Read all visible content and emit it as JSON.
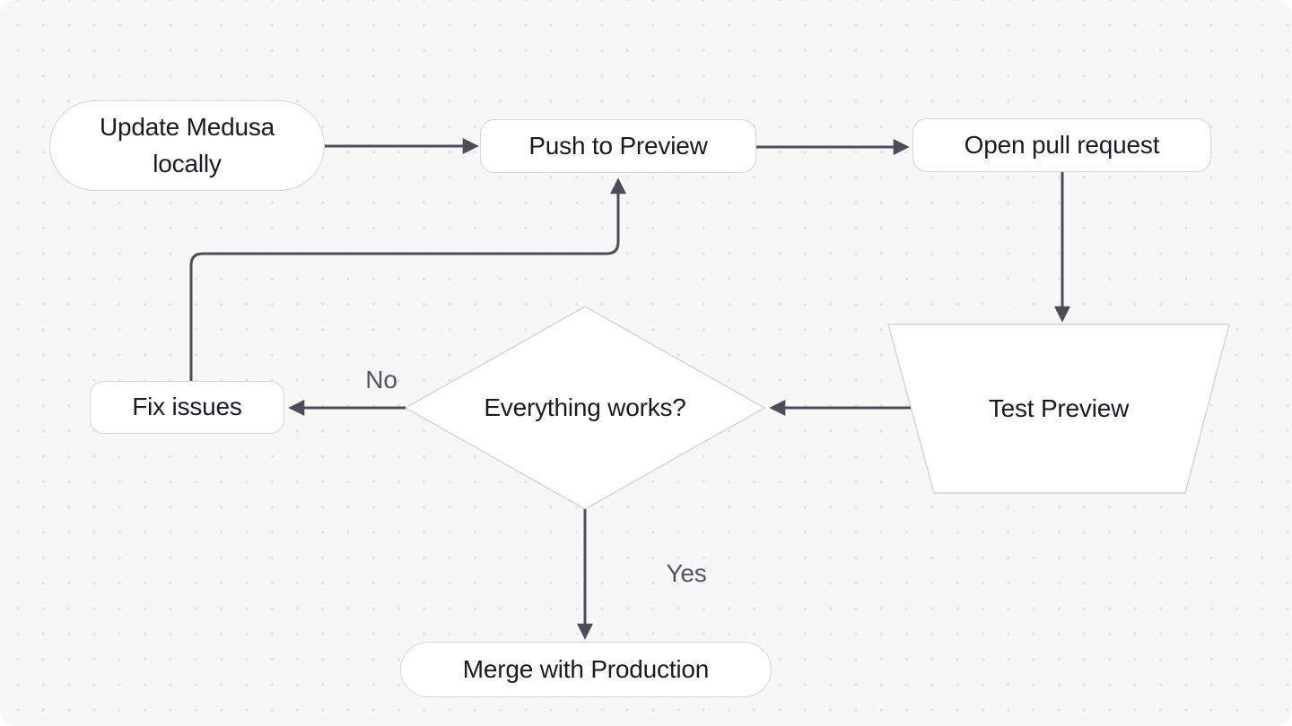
{
  "theme": {
    "page_bg": "#ffffff",
    "canvas_bg": "#f7f7f8",
    "dot_color": "#e4e4e7",
    "line_color": "#4d4d57",
    "node_bg": "#ffffff",
    "node_border": "#d6d6da",
    "node_text": "#1b1b20",
    "label_text": "#54545e"
  },
  "diagram": {
    "nodes": {
      "update_medusa": {
        "label": "Update Medusa locally",
        "shape": "stadium"
      },
      "push_preview": {
        "label": "Push to Preview",
        "shape": "rounded-rect"
      },
      "open_pr": {
        "label": "Open pull request",
        "shape": "rounded-rect"
      },
      "test_preview": {
        "label": "Test Preview",
        "shape": "trapezoid"
      },
      "decision": {
        "label": "Everything works?",
        "shape": "diamond"
      },
      "fix_issues": {
        "label": "Fix issues",
        "shape": "rounded-rect"
      },
      "merge_production": {
        "label": "Merge with Production",
        "shape": "stadium"
      }
    },
    "edge_labels": {
      "no": "No",
      "yes": "Yes"
    }
  }
}
